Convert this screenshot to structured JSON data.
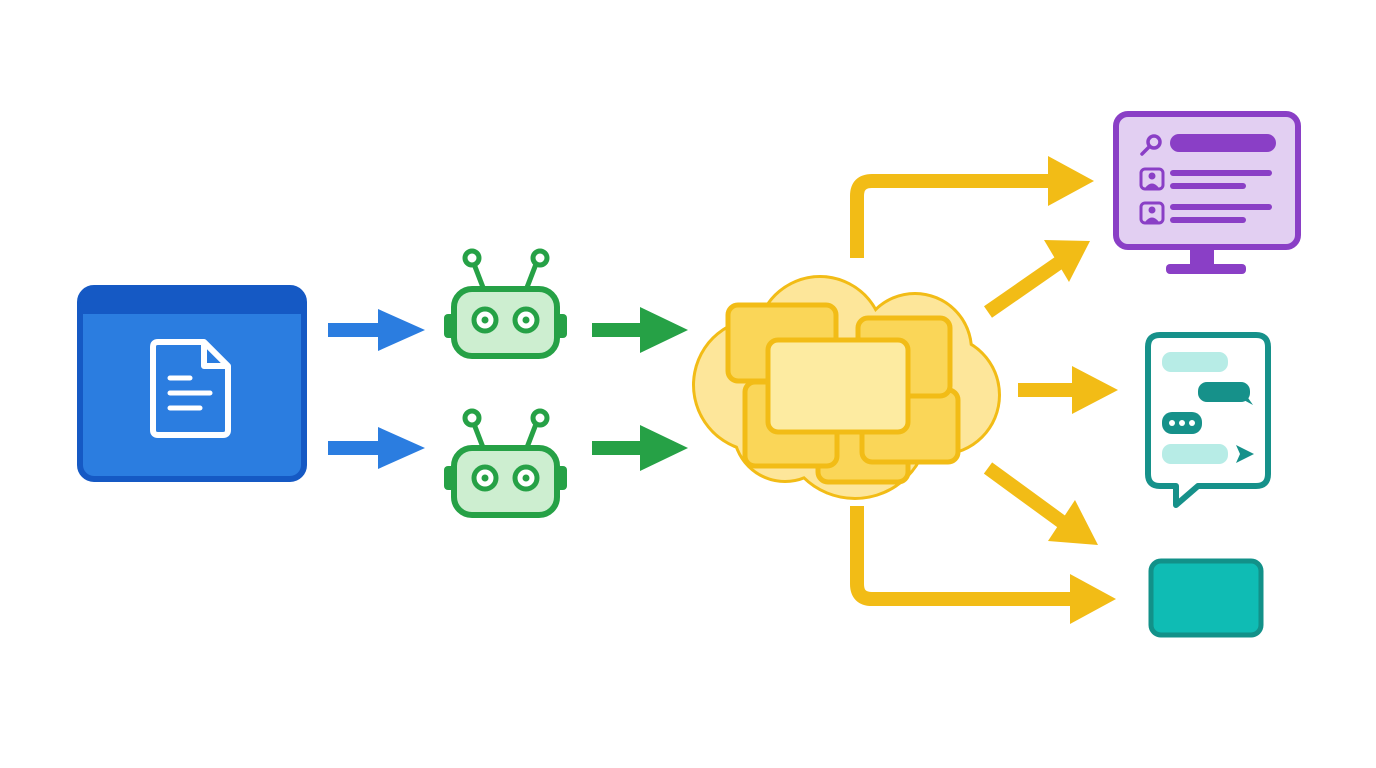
{
  "colors": {
    "background": "#ffffff",
    "source_blue": "#2b7de0",
    "source_blue_dark": "#1559c4",
    "robot_green": "#26a146",
    "robot_green_fill": "#cdeed0",
    "cloud_yellow": "#f2bc16",
    "cloud_fill": "#fde69a",
    "card_fill": "#fad658",
    "card_center_fill": "#fdeba1",
    "monitor_purple": "#8a3fc6",
    "monitor_fill": "#e2cff2",
    "chat_teal": "#16918a",
    "chat_fill": "#ffffff",
    "chat_bubble_light": "#b7ece6",
    "teal_box": "#0fbcb4",
    "teal_box_border": "#129189"
  },
  "nodes": {
    "source": {
      "icon": "document-window-icon"
    },
    "agents": [
      {
        "icon": "robot-icon"
      },
      {
        "icon": "robot-icon"
      }
    ],
    "hub": {
      "icon": "card-cloud-icon"
    },
    "outputs": [
      {
        "icon": "monitor-dashboard-icon"
      },
      {
        "icon": "chat-window-icon"
      },
      {
        "icon": "teal-box-icon"
      }
    ]
  },
  "edges": [
    {
      "from": "source",
      "to": "agent-1",
      "color": "blue"
    },
    {
      "from": "source",
      "to": "agent-2",
      "color": "blue"
    },
    {
      "from": "agent-1",
      "to": "hub",
      "color": "green"
    },
    {
      "from": "agent-2",
      "to": "hub",
      "color": "green"
    },
    {
      "from": "hub",
      "to": "monitor",
      "color": "yellow",
      "route": "elbow"
    },
    {
      "from": "hub",
      "to": "monitor",
      "color": "yellow",
      "route": "diagonal"
    },
    {
      "from": "hub",
      "to": "chat",
      "color": "yellow",
      "route": "straight"
    },
    {
      "from": "hub",
      "to": "teal-box",
      "color": "yellow",
      "route": "diagonal"
    },
    {
      "from": "hub",
      "to": "teal-box",
      "color": "yellow",
      "route": "elbow"
    }
  ]
}
